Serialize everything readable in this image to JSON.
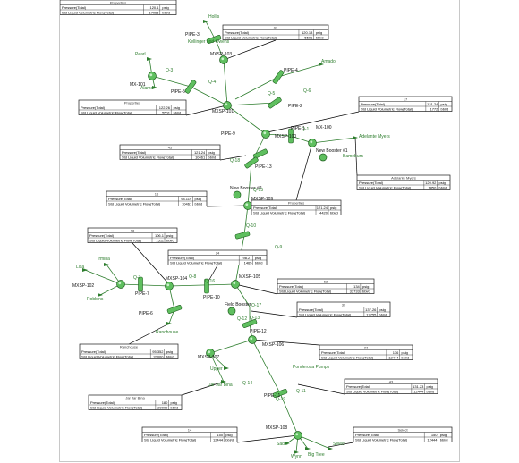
{
  "diagram": {
    "nodes": [
      {
        "id": "mxsp-101",
        "label": "MXSP-101"
      },
      {
        "id": "mxsp-102",
        "label": "MXSP-102"
      },
      {
        "id": "mxsp-103",
        "label": "MXSP-103"
      },
      {
        "id": "mxsp-104",
        "label": "MXSP-104"
      },
      {
        "id": "mxsp-105",
        "label": "MXSP-105"
      },
      {
        "id": "mxsp-106",
        "label": "MXSP-106"
      },
      {
        "id": "mxsp-107",
        "label": "MXSP-107"
      },
      {
        "id": "mxsp-108",
        "label": "MXSP-108"
      },
      {
        "id": "mxsp-109",
        "label": "MXSP-109"
      },
      {
        "id": "mxsp-100",
        "label": "MXSP-100"
      },
      {
        "id": "mx-100",
        "label": "MX-100"
      },
      {
        "id": "mx-101",
        "label": "MX-101"
      }
    ],
    "pipes": [
      {
        "id": "pipe-3",
        "label": "PIPE-3"
      },
      {
        "id": "pipe-5",
        "label": "PIPE-5"
      },
      {
        "id": "pipe-4",
        "label": "PIPE-4"
      },
      {
        "id": "pipe-2",
        "label": "PIPE-2"
      },
      {
        "id": "pipe-9",
        "label": "PIPE-9"
      },
      {
        "id": "pipe-1",
        "label": "PIPE-1"
      },
      {
        "id": "pipe-13",
        "label": "PIPE-13"
      },
      {
        "id": "pipe-14",
        "label": "PIPE-14"
      },
      {
        "id": "pipe-7",
        "label": "PIPE-7"
      },
      {
        "id": "pipe-10",
        "label": "PIPE-10"
      },
      {
        "id": "pipe-6",
        "label": "PIPE-6"
      },
      {
        "id": "pipe-12",
        "label": "PIPE-12"
      },
      {
        "id": "pipe-11",
        "label": "PIPE-11"
      }
    ],
    "places": [
      {
        "id": "hollis",
        "label": "Hollis"
      },
      {
        "id": "kellinger",
        "label": "Kellinger and Owens"
      },
      {
        "id": "pearl",
        "label": "Pearl"
      },
      {
        "id": "alamo",
        "label": "Alamo"
      },
      {
        "id": "amado",
        "label": "Amado"
      },
      {
        "id": "adelante",
        "label": "Adelante Myers"
      },
      {
        "id": "bamebum",
        "label": "Bamebum"
      },
      {
        "id": "new-booster-1",
        "label": "New Booster #1"
      },
      {
        "id": "new-booster-2",
        "label": "New Booster #2"
      },
      {
        "id": "irmina",
        "label": "Irmina"
      },
      {
        "id": "lisa",
        "label": "Lisa"
      },
      {
        "id": "robbins",
        "label": "Robbins"
      },
      {
        "id": "ranchouse",
        "label": "Ranchouse"
      },
      {
        "id": "field-booster",
        "label": "Field Booster"
      },
      {
        "id": "ponderosa",
        "label": "Ponderosa Pumps"
      },
      {
        "id": "upper",
        "label": "Upper"
      },
      {
        "id": "jar-jar-bina",
        "label": "Jar Jar Bina"
      },
      {
        "id": "select",
        "label": "Select"
      },
      {
        "id": "sadie",
        "label": "Sadie"
      },
      {
        "id": "wynn",
        "label": "Wynn"
      },
      {
        "id": "big-tree",
        "label": "Big Tree"
      }
    ],
    "streams": [
      "Q-1",
      "Q-2",
      "Q-3",
      "Q-4",
      "Q-5",
      "Q-6",
      "Q-7",
      "Q-8",
      "Q-9",
      "Q-10",
      "Q-11",
      "Q-12",
      "Q-13",
      "Q-14",
      "Q-15",
      "Q-16",
      "Q-17",
      "Q-18",
      "Q-19"
    ],
    "prop_tables": [
      {
        "id": "t-top",
        "title": "Properties",
        "rows": [
          [
            "Pressure(Total)",
            "120.1",
            "psig"
          ],
          [
            "Std Liquid Volumetric Flow(Total)",
            "17065",
            "bbl/d"
          ]
        ]
      },
      {
        "id": "t-02",
        "title": "02",
        "rows": [
          [
            "Pressure(Total)",
            "120.18",
            "psig"
          ],
          [
            "Std Liquid Volumetric Flow(Total)",
            "5501",
            "bbl/d"
          ]
        ]
      },
      {
        "id": "t-17",
        "title": "17",
        "rows": [
          [
            "Pressure(Total)",
            "121.24",
            "psig"
          ],
          [
            "Std Liquid Volumetric Flow(Total)",
            "1772",
            "bbl/d"
          ]
        ]
      },
      {
        "id": "t-left1",
        "title": "Properties",
        "rows": [
          [
            "Pressure(Total)",
            "122.26",
            "psig"
          ],
          [
            "Std Liquid Volumetric Flow(Total)",
            "5501",
            "bbl/d"
          ]
        ]
      },
      {
        "id": "t-45",
        "title": "45",
        "rows": [
          [
            "Pressure(Total)",
            "121.24",
            "psig"
          ],
          [
            "Std Liquid Volumetric Flow(Total)",
            "10461",
            "bbl/d"
          ]
        ]
      },
      {
        "id": "t-adelante",
        "title": "Adelante Myers",
        "rows": [
          [
            "Pressure(Total)",
            "120.92",
            "psig"
          ],
          [
            "Std Liquid Volumetric Flow(Total)",
            "1850",
            "bbl/d"
          ]
        ]
      },
      {
        "id": "t-mid",
        "title": "Properties",
        "rows": [
          [
            "Pressure(Total)",
            "121.24",
            "psig"
          ],
          [
            "Std Liquid Volumetric Flow(Total)",
            "4420",
            "bbl/d"
          ]
        ]
      },
      {
        "id": "t-16",
        "title": "16",
        "rows": [
          [
            "Pressure(Total)",
            "94.119",
            "psig"
          ],
          [
            "Std Liquid Volumetric Flow(Total)",
            "10461",
            "bbl/d"
          ]
        ]
      },
      {
        "id": "t-18",
        "title": "18",
        "rows": [
          [
            "Pressure(Total)",
            "106.1",
            "psig"
          ],
          [
            "Std Liquid Volumetric Flow(Total)",
            "1511",
            "bbl/d"
          ]
        ]
      },
      {
        "id": "t-24",
        "title": "24",
        "rows": [
          [
            "Pressure(Total)",
            "98.27",
            "psig"
          ],
          [
            "Std Liquid Volumetric Flow(Total)",
            "1465",
            "bbl/d"
          ]
        ]
      },
      {
        "id": "t-62",
        "title": "62",
        "rows": [
          [
            "Pressure(Total)",
            "134",
            "psig"
          ],
          [
            "Std Liquid Volumetric Flow(Total)",
            "33733",
            "bbl/d"
          ]
        ]
      },
      {
        "id": "t-39",
        "title": "39",
        "rows": [
          [
            "Pressure(Total)",
            "137.26",
            "psig"
          ],
          [
            "Std Liquid Volumetric Flow(Total)",
            "12755",
            "bbl/d"
          ]
        ]
      },
      {
        "id": "t-ranchouse",
        "title": "Ranchouse",
        "rows": [
          [
            "Pressure(Total)",
            "95.352",
            "psig"
          ],
          [
            "Std Liquid Volumetric Flow(Total)",
            "20000",
            "bbl/d"
          ]
        ]
      },
      {
        "id": "t-27",
        "title": "27",
        "rows": [
          [
            "Pressure(Total)",
            "136",
            "psig"
          ],
          [
            "Std Liquid Volumetric Flow(Total)",
            "12444",
            "bbl/d"
          ]
        ]
      },
      {
        "id": "t-jarjar",
        "title": "Jar Jar Bina",
        "rows": [
          [
            "Pressure(Total)",
            "180",
            "psig"
          ],
          [
            "Std Liquid Volumetric Flow(Total)",
            "20000",
            "bbl/d"
          ]
        ]
      },
      {
        "id": "t-43",
        "title": "43",
        "rows": [
          [
            "Pressure(Total)",
            "131.23",
            "psig"
          ],
          [
            "Std Liquid Volumetric Flow(Total)",
            "12444",
            "bbl/d"
          ]
        ]
      },
      {
        "id": "t-14",
        "title": "14",
        "rows": [
          [
            "Pressure(Total)",
            "150",
            "psig"
          ],
          [
            "Std Liquid Volumetric Flow(Total)",
            "12444",
            "bbl/d"
          ]
        ]
      },
      {
        "id": "t-select",
        "title": "Select",
        "rows": [
          [
            "Pressure(Total)",
            "150",
            "psig"
          ],
          [
            "Std Liquid Volumetric Flow(Total)",
            "12444",
            "bbl/d"
          ]
        ]
      }
    ]
  }
}
